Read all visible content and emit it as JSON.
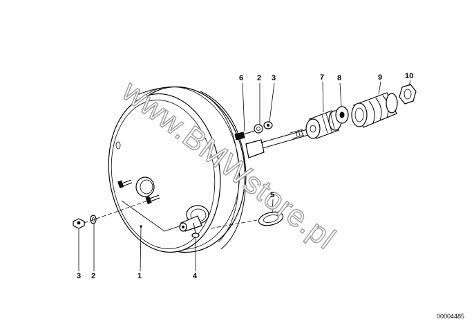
{
  "diagram": {
    "watermark": "www.BMWstore.pl",
    "image_code": "00004485",
    "callouts": [
      {
        "id": "c-6-top",
        "text": "6"
      },
      {
        "id": "c-2-top",
        "text": "2"
      },
      {
        "id": "c-3-top",
        "text": "3"
      },
      {
        "id": "c-7",
        "text": "7"
      },
      {
        "id": "c-8",
        "text": "8"
      },
      {
        "id": "c-9",
        "text": "9"
      },
      {
        "id": "c-10",
        "text": "10"
      },
      {
        "id": "c-5",
        "text": "5"
      },
      {
        "id": "c-3-bottom",
        "text": "3"
      },
      {
        "id": "c-2-bottom",
        "text": "2"
      },
      {
        "id": "c-1",
        "text": "1"
      },
      {
        "id": "c-4",
        "text": "4"
      }
    ]
  }
}
